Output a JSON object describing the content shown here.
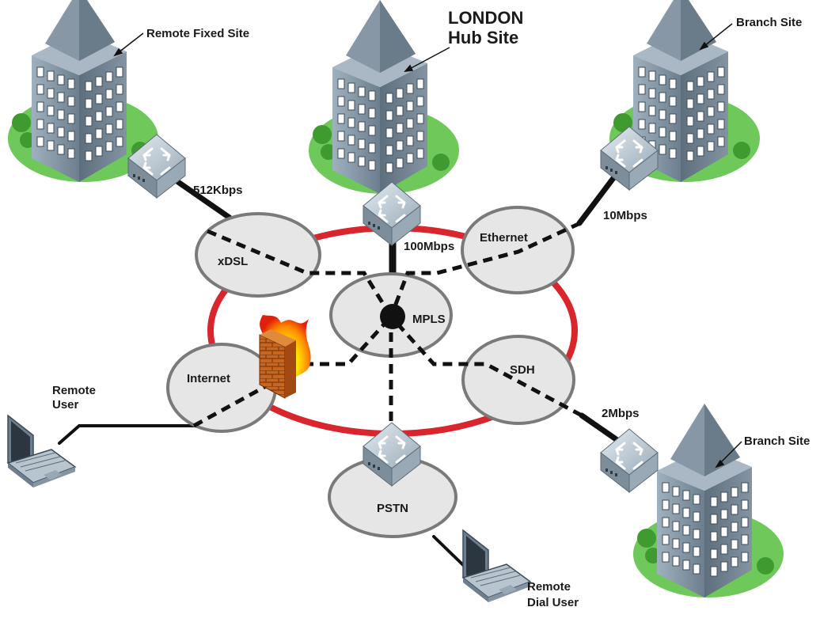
{
  "title": {
    "line1": "LONDON",
    "line2": "Hub Site"
  },
  "sites": {
    "remote_fixed": "Remote Fixed Site",
    "branch_top": "Branch Site",
    "branch_bottom": "Branch Site"
  },
  "users": {
    "remote_user_line1": "Remote",
    "remote_user_line2": "User",
    "dial_user_line1": "Remote",
    "dial_user_line2": "Dial User"
  },
  "networks": {
    "xdsl": "xDSL",
    "ethernet": "Ethernet",
    "mpls": "MPLS",
    "internet": "Internet",
    "sdh": "SDH",
    "pstn": "PSTN"
  },
  "links": {
    "xdsl_speed": "512Kbps",
    "hub_speed": "100Mbps",
    "ethernet_speed": "10Mbps",
    "sdh_speed": "2Mbps"
  },
  "colors": {
    "ring": "#d9252b",
    "cloud_fill": "#e6e6e6",
    "cloud_stroke": "#7a7a7a",
    "link": "#111111",
    "building": "#8a9aa8",
    "grass": "#6ec95a"
  },
  "icons": [
    "building-icon",
    "router-icon",
    "firewall-icon",
    "laptop-icon",
    "mpls-core-icon"
  ]
}
